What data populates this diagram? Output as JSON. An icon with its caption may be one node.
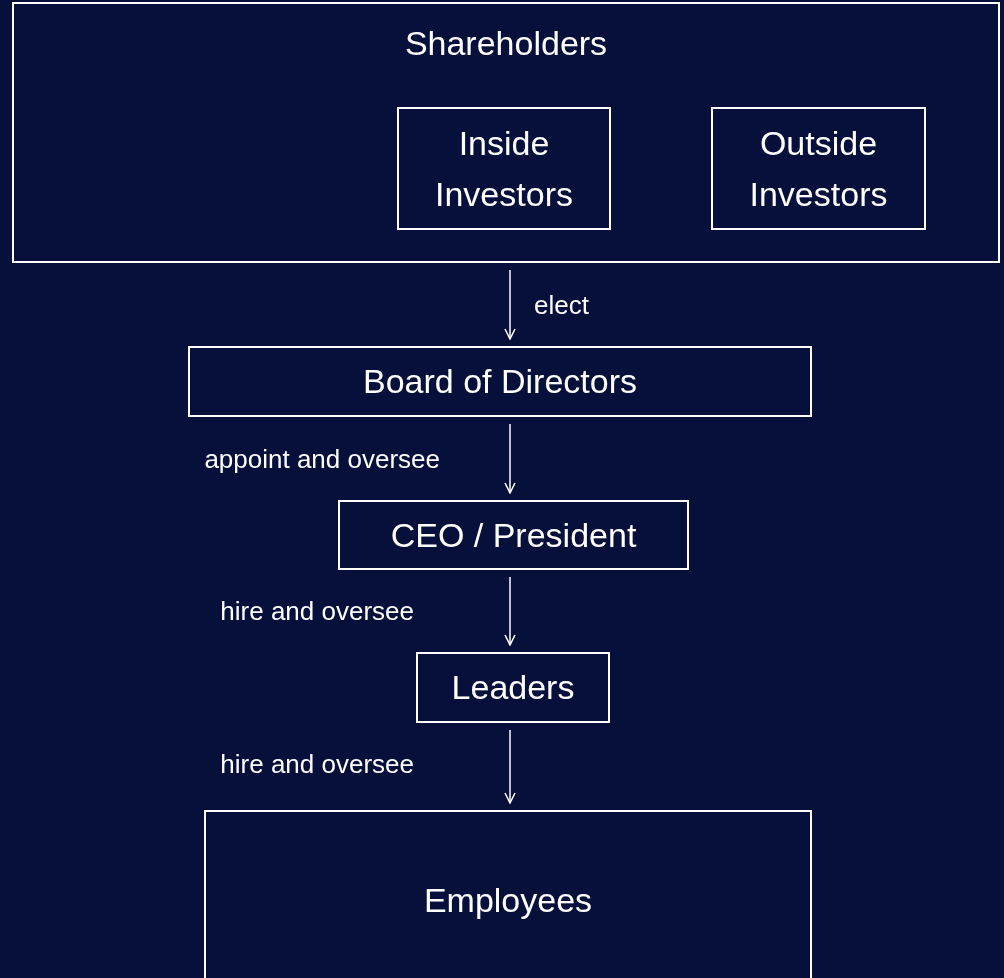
{
  "diagram": {
    "nodes": [
      {
        "text": [
          "Shareholders"
        ]
      },
      {
        "text": [
          "Inside Investors"
        ],
        "in": 0
      },
      {
        "text": [
          "Outside Investors"
        ],
        "in": 0
      },
      {
        "text": [
          "Board of Directors"
        ]
      },
      {
        "text": [
          "CEO / President"
        ]
      },
      {
        "text": [
          "Leaders"
        ]
      },
      {
        "text": [
          "Employees"
        ]
      }
    ],
    "edges": [
      {
        "from": 0,
        "to": 3,
        "arrow": "to",
        "label": "elect"
      },
      {
        "from": 3,
        "to": 4,
        "arrow": "to",
        "label": "appoint and oversee"
      },
      {
        "from": 4,
        "to": 5,
        "arrow": "to",
        "label": "hire and oversee"
      },
      {
        "from": 5,
        "to": 6,
        "arrow": "to",
        "label": "hire and oversee"
      }
    ]
  }
}
